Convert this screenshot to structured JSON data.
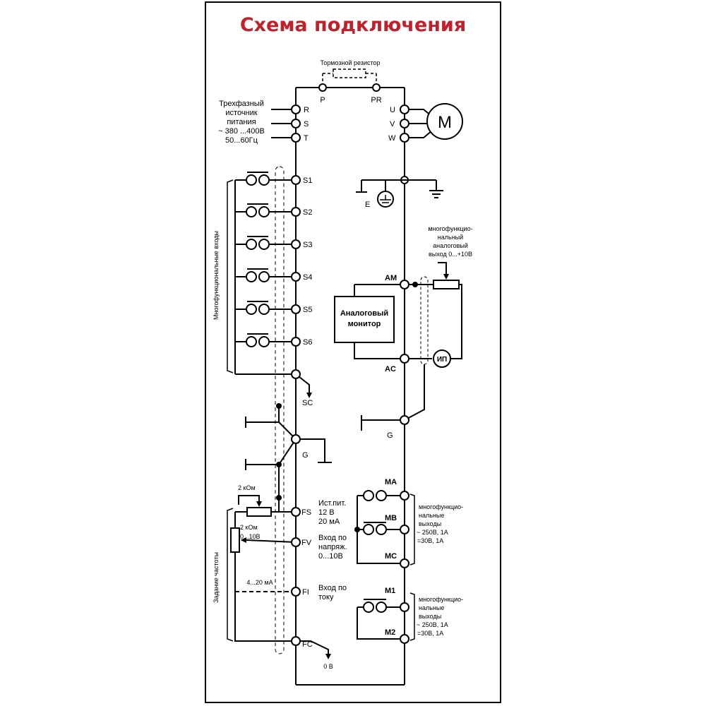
{
  "title": "Схема подключения",
  "braking_resistor": "Тормозной резистор",
  "power_source": [
    "Трехфазный",
    "источник",
    "питания",
    "~ 380 ...400В",
    "50...60Гц"
  ],
  "power_terminals": [
    "R",
    "S",
    "T"
  ],
  "brake_terminals": [
    "P",
    "PR"
  ],
  "motor_terminals": [
    "U",
    "V",
    "W"
  ],
  "motor": "M",
  "ground_e": "E",
  "multifunction_inputs_label": "Многофункциональные входы",
  "inputs": [
    "S1",
    "S2",
    "S3",
    "S4",
    "S5",
    "S6"
  ],
  "sc_terminal": "SC",
  "g_terminal": "G",
  "analog_output": [
    "многофункцио-",
    "нальный",
    "аналоговый",
    "выход 0...+10В"
  ],
  "am_terminal": "AM",
  "ac_terminal": "AC",
  "analog_monitor": [
    "Аналоговый",
    "монитор"
  ],
  "ip_label": "ИП",
  "g2_terminal": "G",
  "pot1": "2 кОм",
  "pot2": "2 кОм",
  "pot2_range": "0...10В",
  "freq_label": "Задание частоты",
  "fs_terminal": "FS",
  "fs_desc": [
    "Ист.пит.",
    "12 В",
    "20 мА"
  ],
  "fv_terminal": "FV",
  "fv_desc": [
    "Вход по",
    "напряж.",
    "0...10В"
  ],
  "fi_terminal": "FI",
  "fi_desc": [
    "Вход по",
    "току"
  ],
  "current_range": "4...20 мА",
  "fc_terminal": "FC",
  "zero_v": "0 В",
  "relay1": [
    "MA",
    "MB",
    "MC"
  ],
  "relay1_desc": [
    "многофункцио-",
    "нальные",
    "выходы",
    "~ 250В, 1А",
    "=30В, 1А"
  ],
  "relay2": [
    "M1",
    "M2"
  ],
  "relay2_desc": [
    "многофункцио-",
    "нальные",
    "выходы",
    "~ 250В, 1А",
    "=30В, 1А"
  ]
}
